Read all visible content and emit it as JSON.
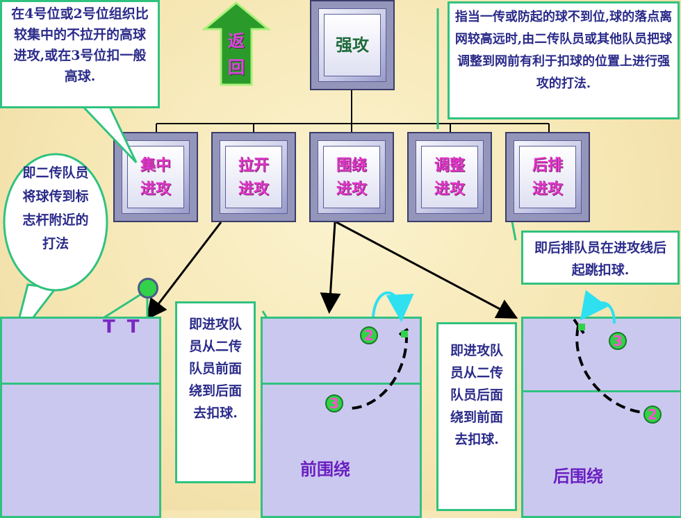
{
  "title_box": "强攻",
  "back_button": "返\n回",
  "top_left_note": "在4号位或2号位组织比较集中的不拉开的高球进攻,或在3号位扣一般高球.",
  "top_right_note": "指当一传或防起的球不到位,球的落点离网较高远时,由二传队员或其他队员把球调整到网前有利于扣球的位置上进行强攻的打法.",
  "left_note": "即二传队员将球传到标志杆附近的打法",
  "right_note": "即后排队员在进攻线后起跳扣球.",
  "categories": [
    {
      "line1": "集中",
      "line2": "进攻"
    },
    {
      "line1": "拉开",
      "line2": "进攻"
    },
    {
      "line1": "围绕",
      "line2": "进攻"
    },
    {
      "line1": "调整",
      "line2": "进攻"
    },
    {
      "line1": "后排",
      "line2": "进攻"
    }
  ],
  "front_around_note": "即进攻队员从二传队员前面绕到后面去扣球.",
  "back_around_note": "即进攻队员从二传队员后面绕到前面去扣球.",
  "front_around_label": "前围绕",
  "back_around_label": "后围绕",
  "marker_T": "T T",
  "ball_labels": {
    "a": "2",
    "b": "3",
    "c": "3",
    "d": "2"
  },
  "colors": {
    "accent": "#2fc27f",
    "category_text": "#e234c9",
    "note_text": "#2a2a8a",
    "court": "#cbc8f0"
  }
}
